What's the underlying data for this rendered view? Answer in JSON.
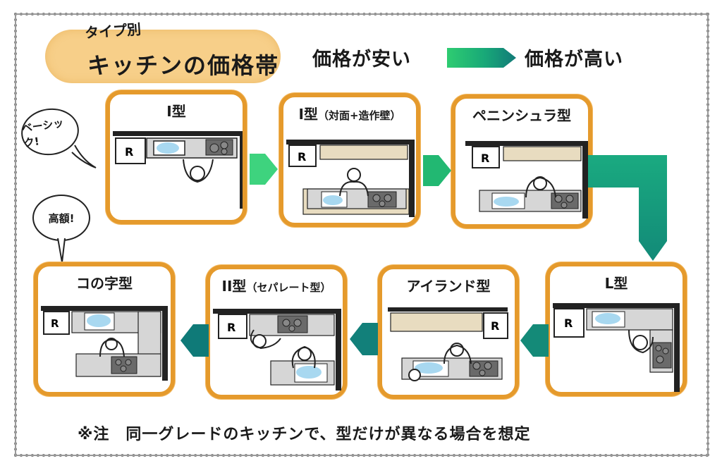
{
  "title": {
    "sub": "タイプ別",
    "main": "キッチンの価格帯"
  },
  "legend": {
    "low_label": "価格が安い",
    "high_label": "価格が高い",
    "arrow_colors": [
      "#2ecc71",
      "#1a9a78",
      "#127a78"
    ]
  },
  "bubbles": {
    "basic": "ベーシック!",
    "expensive": "高額!"
  },
  "cards": [
    {
      "id": "i-type",
      "title": "I型",
      "suffix": "",
      "price_rank": 1
    },
    {
      "id": "i-type-facing",
      "title": "I型",
      "suffix": "（対面+造作壁）",
      "price_rank": 2
    },
    {
      "id": "peninsula",
      "title": "ペニンシュラ型",
      "suffix": "",
      "price_rank": 3
    },
    {
      "id": "l-type",
      "title": "L型",
      "suffix": "",
      "price_rank": 4
    },
    {
      "id": "island",
      "title": "アイランド型",
      "suffix": "",
      "price_rank": 5
    },
    {
      "id": "ii-type",
      "title": "II型",
      "suffix": "（セパレート型）",
      "price_rank": 6
    },
    {
      "id": "u-type",
      "title": "コの字型",
      "suffix": "",
      "price_rank": 7
    }
  ],
  "plan_labels": {
    "fridge": "R"
  },
  "colors": {
    "card_border": "#e59a2c",
    "title_pill": "#f7cf89",
    "sink": "#a8d8f0",
    "counter": "#d6d6d6",
    "wall_counter": "#e8dcc0",
    "stove": "#6a6a6a",
    "arrow_light": "#2ecc71",
    "arrow_dark": "#127a78"
  },
  "note": "※注　同一グレードのキッチンで、型だけが異なる場合を想定"
}
